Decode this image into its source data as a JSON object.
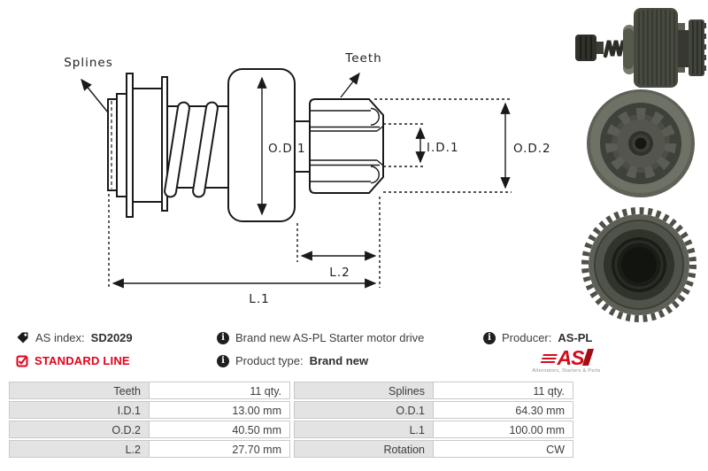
{
  "drawing": {
    "labels": {
      "splines": "Splines",
      "teeth": "Teeth",
      "od1": "O.D.1",
      "id1": "I.D.1",
      "od2": "O.D.2",
      "l1": "L.1",
      "l2": "L.2"
    }
  },
  "info": {
    "as_index": {
      "label": "AS index:",
      "value": "SD2029"
    },
    "line_badge": "STANDARD LINE",
    "description": "Brand new AS-PL Starter motor drive",
    "product_type": {
      "label": "Product type:",
      "value": "Brand new"
    },
    "producer": {
      "label": "Producer:",
      "value": "AS-PL"
    },
    "logo": {
      "text": "AS",
      "caption": "Alternators, Starters & Parts"
    }
  },
  "photos": {
    "top": "starter-drive-side-view",
    "middle": "pinion-gear-front-view",
    "bottom": "ring-gear-rear-view"
  },
  "colors": {
    "accent_red": "#e2001a",
    "text": "#3f3f3f",
    "table_label_bg": "#e3e3e3",
    "table_border": "#c9c9c9",
    "drawing_line": "#1a1a1a"
  },
  "table": {
    "rows": [
      {
        "l1": "Teeth",
        "v1": "11 qty.",
        "l2": "Splines",
        "v2": "11 qty."
      },
      {
        "l1": "I.D.1",
        "v1": "13.00 mm",
        "l2": "O.D.1",
        "v2": "64.30 mm"
      },
      {
        "l1": "O.D.2",
        "v1": "40.50 mm",
        "l2": "L.1",
        "v2": "100.00 mm"
      },
      {
        "l1": "L.2",
        "v1": "27.70 mm",
        "l2": "Rotation",
        "v2": "CW"
      }
    ]
  }
}
